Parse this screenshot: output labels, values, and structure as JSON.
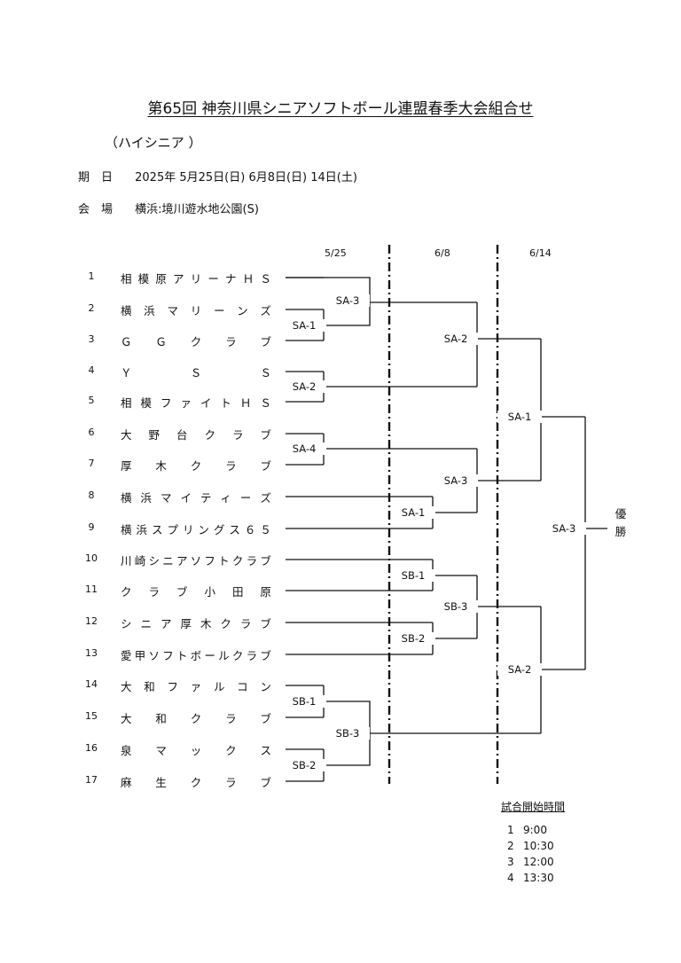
{
  "title": "第65回 神奈川県シニアソフトボール連盟春季大会組合せ",
  "subtitle": "（ハイシニア ）",
  "info": {
    "date_label": "期　日",
    "date_value": "2025年 5月25日(日) 6月8日(日) 14日(土)",
    "venue_label": "会　場",
    "venue_value": "横浜:境川遊水地公園(S)"
  },
  "round_dates": [
    "5/25",
    "6/8",
    "6/14"
  ],
  "teams": [
    {
      "no": "1",
      "name": "相模原アリーナＨＳ"
    },
    {
      "no": "2",
      "name": "横浜マリーンズ"
    },
    {
      "no": "3",
      "name": "ＧＧクラブ"
    },
    {
      "no": "4",
      "name": "ＹＳＳ"
    },
    {
      "no": "5",
      "name": "相模ファイトＨＳ"
    },
    {
      "no": "6",
      "name": "大野台クラブ"
    },
    {
      "no": "7",
      "name": "厚木クラブ"
    },
    {
      "no": "8",
      "name": "横浜マイティーズ"
    },
    {
      "no": "9",
      "name": "横浜スプリングス６５"
    },
    {
      "no": "10",
      "name": "川崎シニアソフトクラブ"
    },
    {
      "no": "11",
      "name": "クラブ小田原"
    },
    {
      "no": "12",
      "name": "シニア厚木クラブ"
    },
    {
      "no": "13",
      "name": "愛甲ソフトボールクラブ"
    },
    {
      "no": "14",
      "name": "大和ファルコン"
    },
    {
      "no": "15",
      "name": "大和クラブ"
    },
    {
      "no": "16",
      "name": "泉マックス"
    },
    {
      "no": "17",
      "name": "麻生クラブ"
    }
  ],
  "matches": {
    "r1_sa1": "SA-1",
    "r1_sa2": "SA-2",
    "r1_sa3": "SA-3",
    "r1_sa4": "SA-4",
    "r1_sb1": "SB-1",
    "r1_sb2": "SB-2",
    "r1_sb3": "SB-3",
    "r2_sa1": "SA-1",
    "r2_sa2": "SA-2",
    "r2_sa3": "SA-3",
    "r2_sb1": "SB-1",
    "r2_sb2": "SB-2",
    "r2_sb3": "SB-3",
    "r3_sa1": "SA-1",
    "r3_sa2": "SA-2",
    "r3_sa3": "SA-3"
  },
  "winner_label": "優勝",
  "times_title": "試合開始時間",
  "times": [
    {
      "no": "1",
      "time": "9:00"
    },
    {
      "no": "2",
      "time": "10:30"
    },
    {
      "no": "3",
      "time": "12:00"
    },
    {
      "no": "4",
      "time": "13:30"
    }
  ]
}
